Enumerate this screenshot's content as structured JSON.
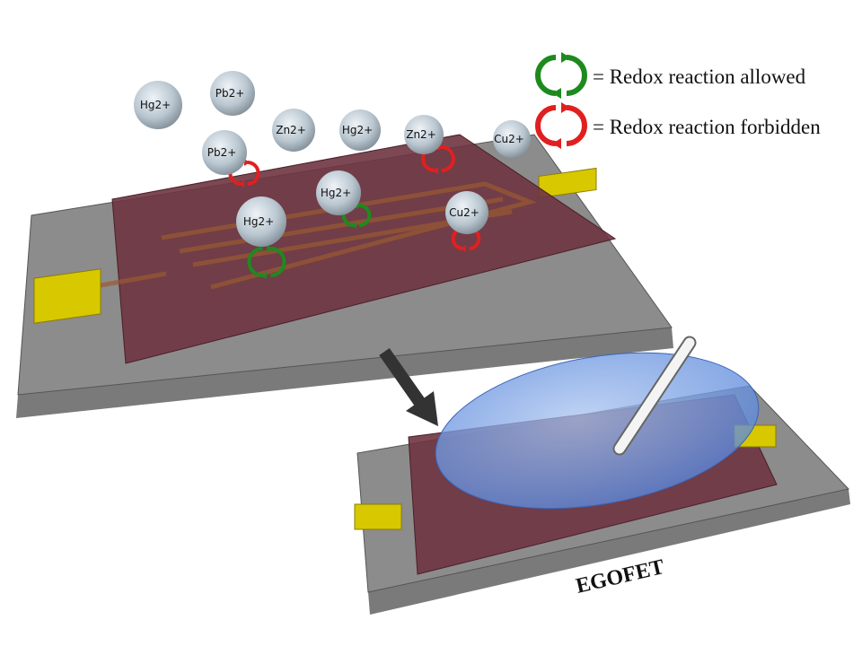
{
  "legend": {
    "allowed": "= Redox reaction allowed",
    "forbidden": "= Redox reaction forbidden",
    "allowed_color": "#1e8a1e",
    "forbidden_color": "#e02020"
  },
  "ions": [
    "Hg2+",
    "Pb2+",
    "Zn2+",
    "Hg2+",
    "Zn2+",
    "Cu2+",
    "Pb2+",
    "Hg2+",
    "Hg2+",
    "Cu2+"
  ],
  "device_label": "EGOFET"
}
